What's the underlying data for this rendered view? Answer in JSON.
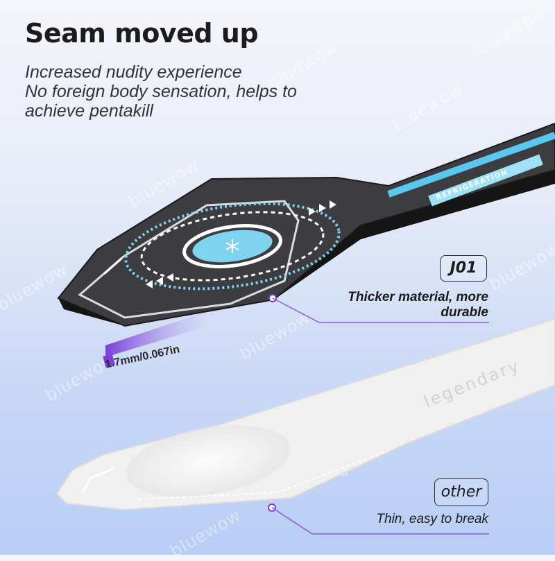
{
  "headline": "Seam moved up",
  "subtitle_lines": [
    "Increased nudity experience",
    "No foreign body sensation, helps to",
    "achieve pentakill"
  ],
  "product_a": {
    "tag": "J01",
    "description_lines": [
      "Thicker material, more",
      "durable"
    ],
    "stick_print": "REFRIGERATION",
    "thickness": "1.7mm/0.067in"
  },
  "product_b": {
    "tag": "other",
    "description": "Thin, easy to break",
    "stick_print": "legendary"
  },
  "watermark": "bluewow",
  "colors": {
    "accent_purple": "#8a5bd6",
    "ice_blue": "#7fd3ef",
    "dark_stick": "#3d3c40",
    "light_stick": "#ececec"
  },
  "icons": [
    "snowflake-icon"
  ]
}
